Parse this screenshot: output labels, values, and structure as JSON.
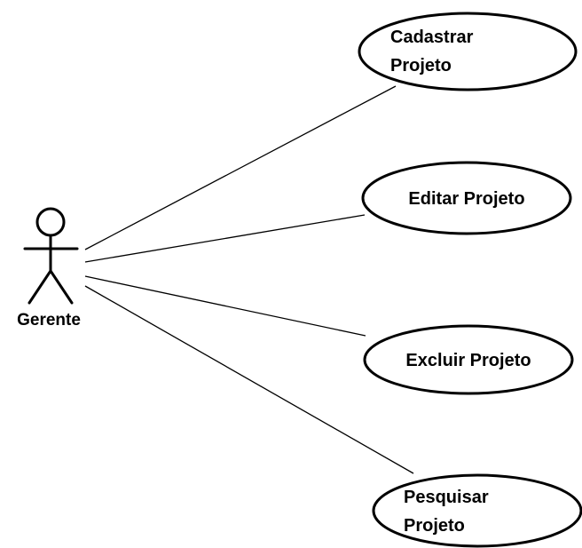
{
  "colors": {
    "stroke": "#000000",
    "fill": "#ffffff",
    "text": "#000000"
  },
  "actor": {
    "name": "Gerente",
    "icon": "stick-figure-icon"
  },
  "use_cases": [
    {
      "line1": "Cadastrar",
      "line2": "Projeto"
    },
    {
      "line1": "Editar Projeto",
      "line2": ""
    },
    {
      "line1": "Excluir Projeto",
      "line2": ""
    },
    {
      "line1": "Pesquisar",
      "line2": "Projeto"
    }
  ]
}
